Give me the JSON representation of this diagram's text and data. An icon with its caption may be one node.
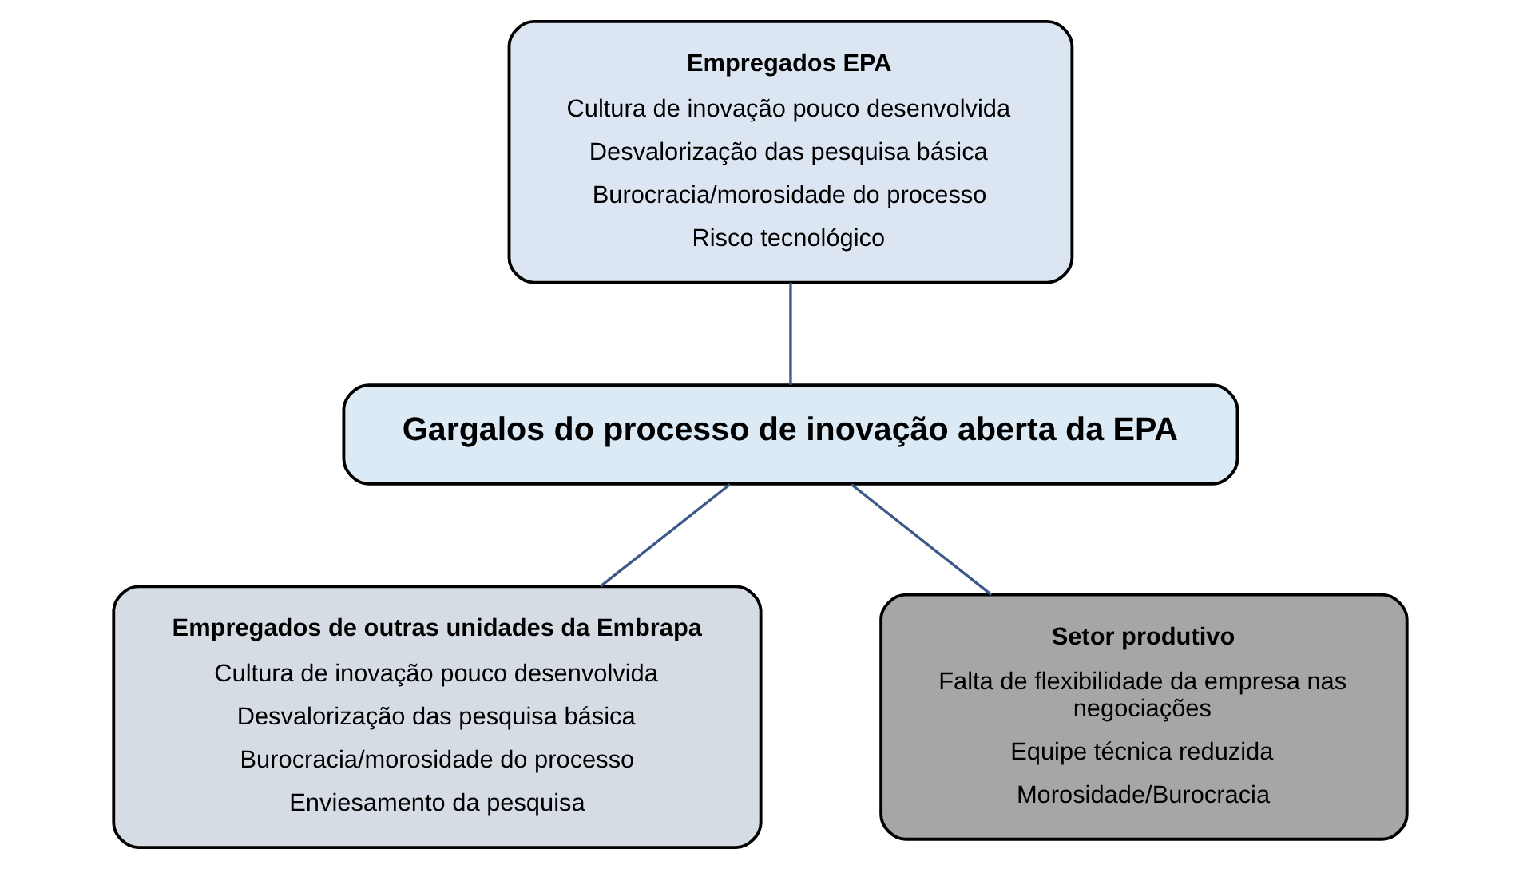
{
  "diagram": {
    "nodes": [
      {
        "text": [
          "Empregados EPA",
          "Cultura de inovação pouco desenvolvida",
          "Desvalorização das pesquisa básica",
          "Burocracia/morosidade do processo",
          "Risco tecnológico"
        ]
      },
      {
        "text": [
          "Gargalos do processo de inovação aberta da EPA"
        ]
      },
      {
        "text": [
          "Empregados de outras unidades da Embrapa",
          "Cultura de inovação pouco desenvolvida",
          "Desvalorização das pesquisa básica",
          "Burocracia/morosidade do processo",
          "Enviesamento da pesquisa"
        ]
      },
      {
        "text": [
          "Setor produtivo",
          "Falta de flexibilidade da empresa nas negociações",
          "Equipe técnica reduzida",
          "Morosidade/Burocracia"
        ]
      }
    ],
    "edges": [
      {
        "from": 0,
        "to": 1,
        "arrow": "none"
      },
      {
        "from": 1,
        "to": 2,
        "arrow": "none"
      },
      {
        "from": 1,
        "to": 3,
        "arrow": "none"
      }
    ]
  }
}
